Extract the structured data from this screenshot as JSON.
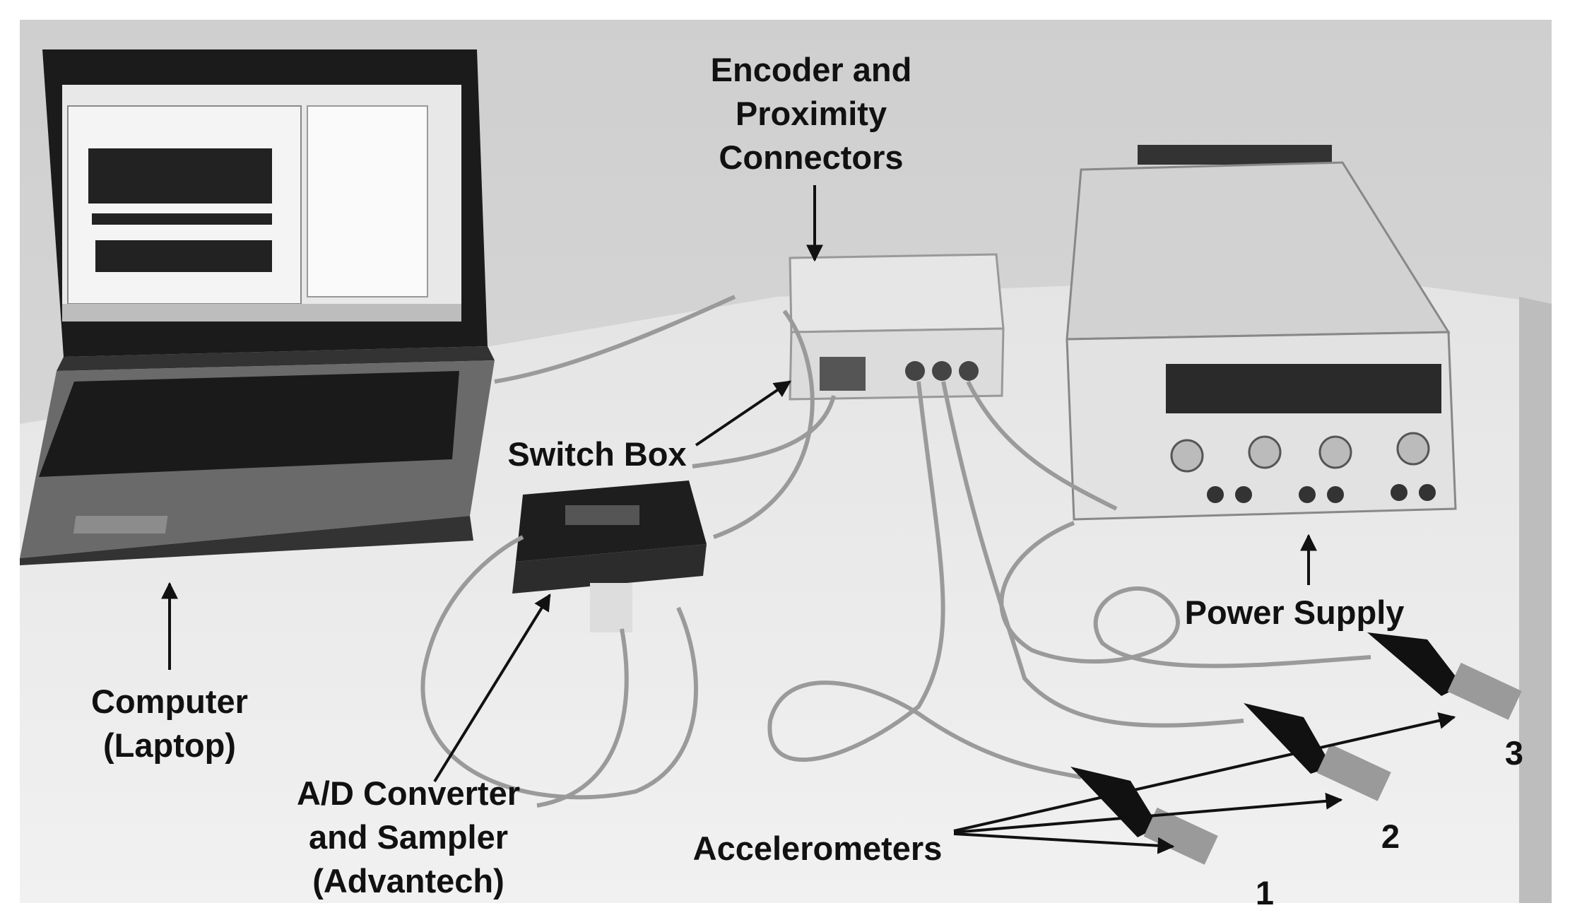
{
  "labels": {
    "encoder": [
      "Encoder and",
      "Proximity",
      "Connectors"
    ],
    "switch_box": "Switch Box",
    "power_supply": "Power Supply",
    "computer": [
      "Computer",
      "(Laptop)"
    ],
    "ad_converter": [
      "A/D Converter",
      "and Sampler",
      "(Advantech)"
    ],
    "accelerometers": "Accelerometers",
    "sensor_numbers": [
      "1",
      "2",
      "3"
    ]
  },
  "colors": {
    "wall": "#d6d6d6",
    "table": "#ececec",
    "label_text": "#111111"
  }
}
